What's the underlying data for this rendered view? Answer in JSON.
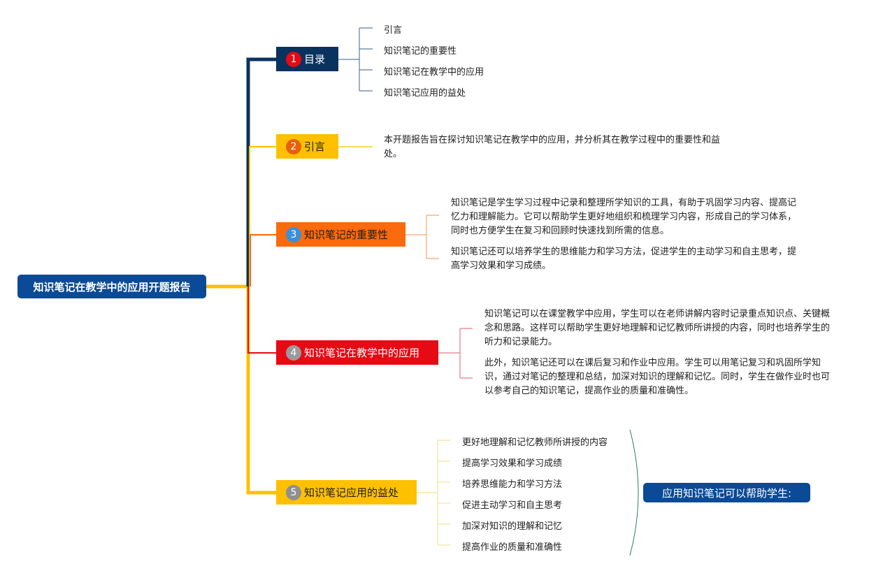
{
  "root": {
    "title": "知识笔记在教学中的应用开题报告"
  },
  "colors": {
    "root": "#0a4a96",
    "branch_navy": "#0a325e",
    "branch_yellow": "#fec000",
    "branch_orange": "#fb6a0c",
    "branch_red": "#e60a14",
    "summary": "#0a4a96"
  },
  "branches": [
    {
      "num": "1",
      "label": "目录",
      "items": [
        "引言",
        "知识笔记的重要性",
        "知识笔记在教学中的应用",
        "知识笔记应用的益处"
      ]
    },
    {
      "num": "2",
      "label": "引言",
      "paragraphs": [
        "本开题报告旨在探讨知识笔记在教学中的应用，并分析其在教学过程中的重要性和益处。"
      ]
    },
    {
      "num": "3",
      "label": "知识笔记的重要性",
      "paragraphs": [
        "知识笔记是学生学习过程中记录和整理所学知识的工具，有助于巩固学习内容、提高记忆力和理解能力。它可以帮助学生更好地组织和梳理学习内容，形成自己的学习体系，同时也方便学生在复习和回顾时快速找到所需的信息。",
        "知识笔记还可以培养学生的思维能力和学习方法，促进学生的主动学习和自主思考，提高学习效果和学习成绩。"
      ]
    },
    {
      "num": "4",
      "label": "知识笔记在教学中的应用",
      "paragraphs": [
        "知识笔记可以在课堂教学中应用，学生可以在老师讲解内容时记录重点知识点、关键概念和思路。这样可以帮助学生更好地理解和记忆教师所讲授的内容，同时也培养学生的听力和记录能力。",
        "此外，知识笔记还可以在课后复习和作业中应用。学生可以用笔记复习和巩固所学知识，通过对笔记的整理和总结，加深对知识的理解和记忆。同时，学生在做作业时也可以参考自己的知识笔记，提高作业的质量和准确性。"
      ]
    },
    {
      "num": "5",
      "label": "知识笔记应用的益处",
      "items": [
        "更好地理解和记忆教师所讲授的内容",
        "提高学习效果和学习成绩",
        "培养思维能力和学习方法",
        "促进主动学习和自主思考",
        "加深对知识的理解和记忆",
        "提高作业的质量和准确性"
      ],
      "summary": "应用知识笔记可以帮助学生:"
    }
  ]
}
